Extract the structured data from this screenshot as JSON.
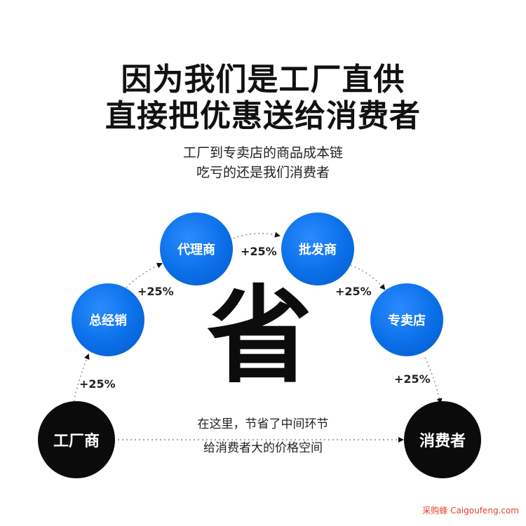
{
  "headline": {
    "line1": "因为我们是工厂直供",
    "line2": "直接把优惠送给消费者"
  },
  "subline": {
    "line1": "工厂到专卖店的商品成本链",
    "line2": "吃亏的还是我们消费者"
  },
  "nodes": {
    "factory": "工厂商",
    "distributor": "总经销",
    "agent": "代理商",
    "wholesaler": "批发商",
    "store": "专卖店",
    "consumer": "消费者"
  },
  "markups": {
    "factory_to_distributor": "+25%",
    "distributor_to_agent": "+25%",
    "agent_to_wholesaler": "+25%",
    "wholesaler_to_store": "+25%",
    "store_to_consumer": "+25%"
  },
  "center_char": "省",
  "savings": {
    "line1": "在这里，节省了中间环节",
    "line2": "给消费者大的价格空间"
  },
  "watermark": "采购蜂 Caigoufeng.com",
  "colors": {
    "blue_node": "#0a6fe8",
    "black_node": "#0b0b0b",
    "watermark": "#e8402a"
  }
}
